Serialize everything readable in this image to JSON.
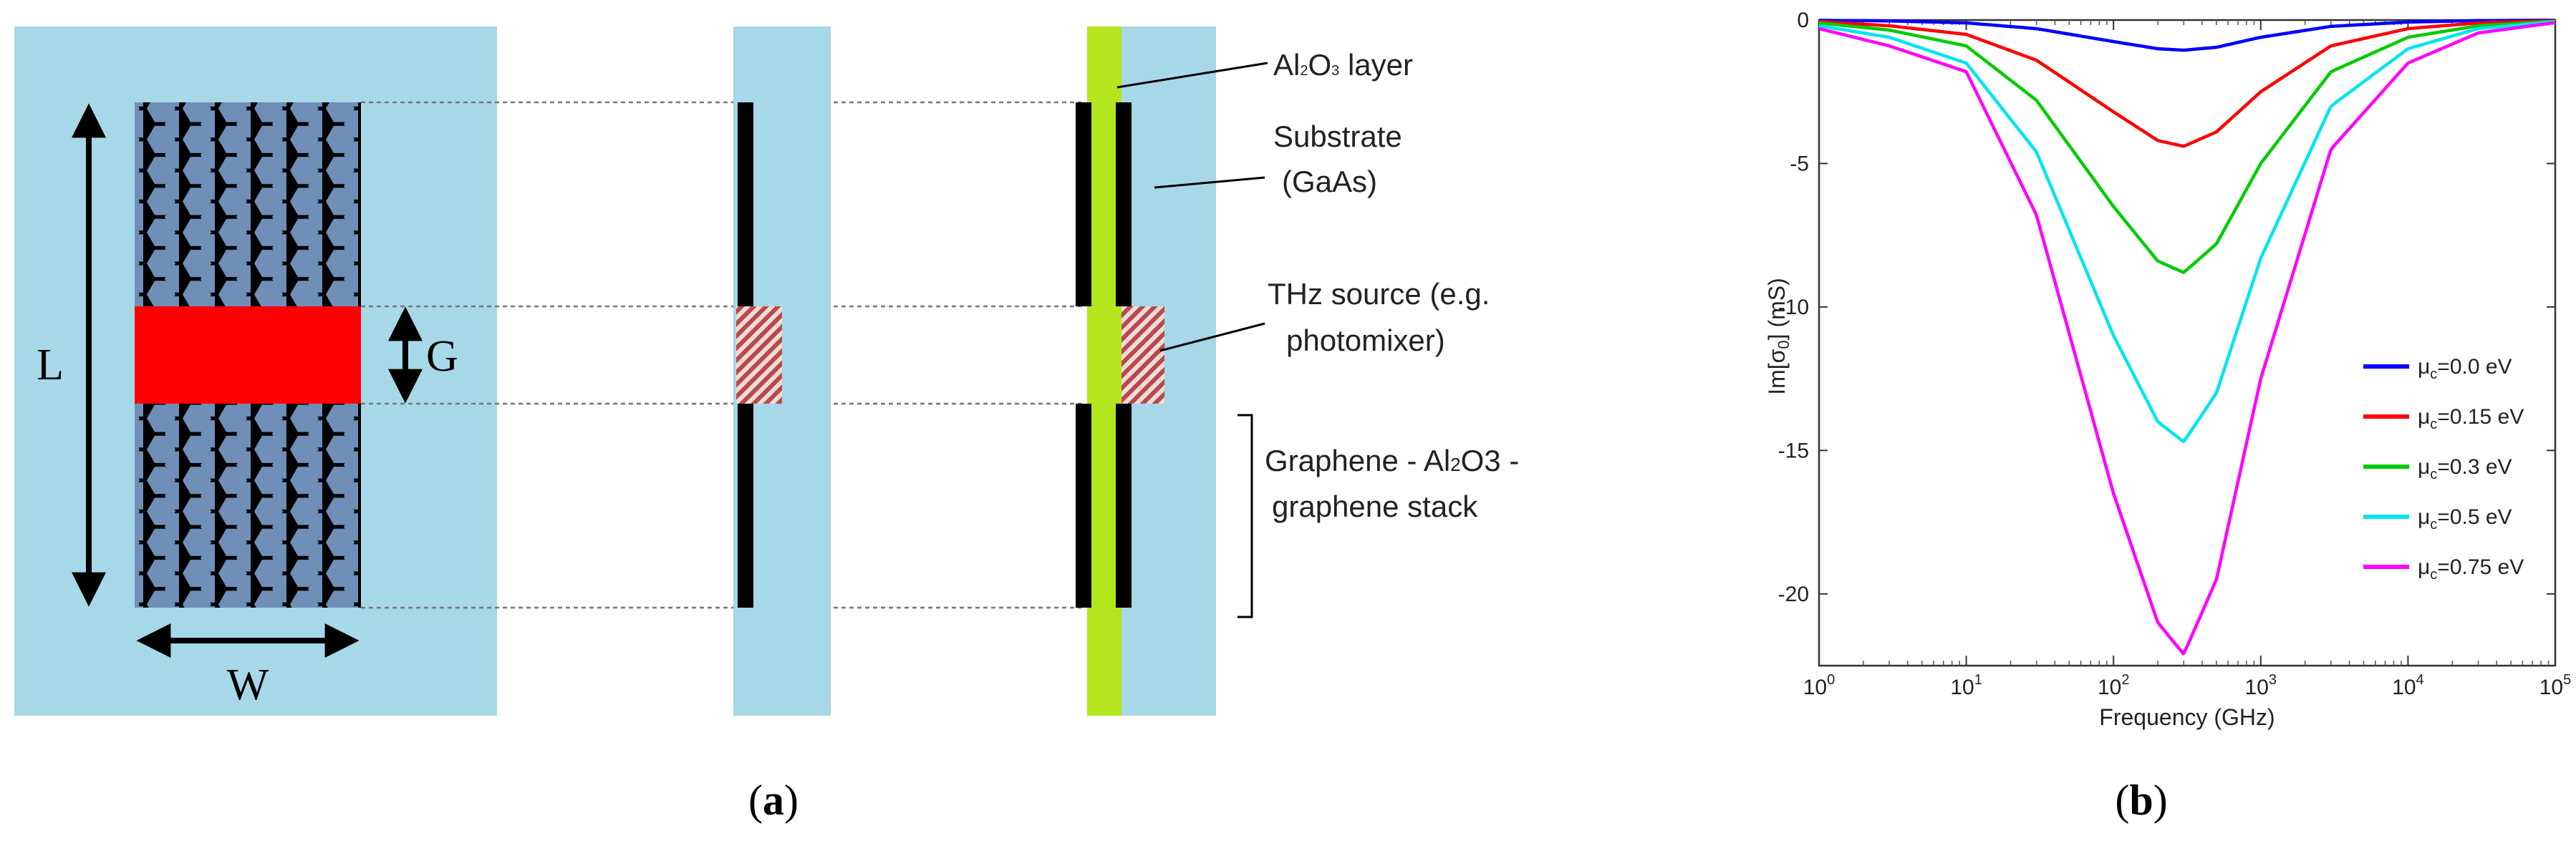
{
  "colors": {
    "substrate": "#a6d8e8",
    "oxide": "#b5e61d",
    "source": "#ff0000",
    "hatch": "#b84a4a",
    "graphene": "#6f8fb8",
    "graphene_edge": "#000000",
    "electrode": "#000000"
  },
  "panel_a": {
    "dimension_labels": {
      "length": "L",
      "gap": "G",
      "width": "W"
    },
    "annotations": {
      "oxide_layer": {
        "prefix": "Al",
        "sub1": "2",
        "mid": "O",
        "sub2": "3",
        "suffix": "  layer"
      },
      "substrate_line1": "Substrate",
      "substrate_line2": "(GaAs)",
      "source_line1": "THz source (e.g.",
      "source_line2": "photomixer)",
      "stack_line1_prefix": "Graphene - Al",
      "stack_line1_sub": "2",
      "stack_line1_suffix": "O3 -",
      "stack_line2": "graphene stack"
    },
    "caption_open": "(",
    "caption_letter": "a",
    "caption_close": ")"
  },
  "panel_b": {
    "caption_open": "(",
    "caption_letter": "b",
    "caption_close": ")",
    "chart_data": {
      "type": "line",
      "xlabel": "Frequency (GHz)",
      "ylabel": {
        "prefix": "Im[σ",
        "sub": "0",
        "suffix": "] (mS)"
      },
      "xscale": "log",
      "xlim": [
        1,
        100000
      ],
      "ylim": [
        -22.5,
        0
      ],
      "x_tick_base": "10",
      "x_tick_exponents": [
        "0",
        "1",
        "2",
        "3",
        "4",
        "5"
      ],
      "y_ticks": [
        "0",
        "-5",
        "-10",
        "-15",
        "-20"
      ],
      "y_tick_values": [
        0,
        -5,
        -10,
        -15,
        -20
      ],
      "legend_position": "right",
      "x": [
        1,
        3,
        10,
        30,
        100,
        200,
        300,
        500,
        1000,
        3000,
        10000,
        30000,
        100000
      ],
      "series": [
        {
          "name_prefix": "μ",
          "name_sub": "c",
          "name_suffix": "=0.0 eV",
          "color": "#0000ff",
          "values": [
            -0.01,
            -0.03,
            -0.1,
            -0.3,
            -0.75,
            -1.0,
            -1.05,
            -0.95,
            -0.6,
            -0.22,
            -0.07,
            -0.02,
            -0.005
          ]
        },
        {
          "name_prefix": "μ",
          "name_sub": "c",
          "name_suffix": "=0.15 eV",
          "color": "#ff0000",
          "values": [
            -0.05,
            -0.2,
            -0.5,
            -1.4,
            -3.2,
            -4.2,
            -4.4,
            -3.9,
            -2.5,
            -0.9,
            -0.3,
            -0.1,
            -0.02
          ]
        },
        {
          "name_prefix": "μ",
          "name_sub": "c",
          "name_suffix": "=0.3 eV",
          "color": "#00cc00",
          "values": [
            -0.1,
            -0.35,
            -0.9,
            -2.8,
            -6.5,
            -8.4,
            -8.8,
            -7.8,
            -5.0,
            -1.8,
            -0.6,
            -0.2,
            -0.04
          ]
        },
        {
          "name_prefix": "μ",
          "name_sub": "c",
          "name_suffix": "=0.5 eV",
          "color": "#00e5ee",
          "values": [
            -0.2,
            -0.6,
            -1.5,
            -4.6,
            -11.0,
            -14.0,
            -14.7,
            -13.0,
            -8.3,
            -3.0,
            -1.0,
            -0.3,
            -0.06
          ]
        },
        {
          "name_prefix": "μ",
          "name_sub": "c",
          "name_suffix": "=0.75 eV",
          "color": "#ff00ff",
          "values": [
            -0.3,
            -0.9,
            -1.8,
            -6.8,
            -16.5,
            -21.0,
            -22.1,
            -19.5,
            -12.5,
            -4.5,
            -1.5,
            -0.45,
            -0.09
          ]
        }
      ]
    }
  }
}
